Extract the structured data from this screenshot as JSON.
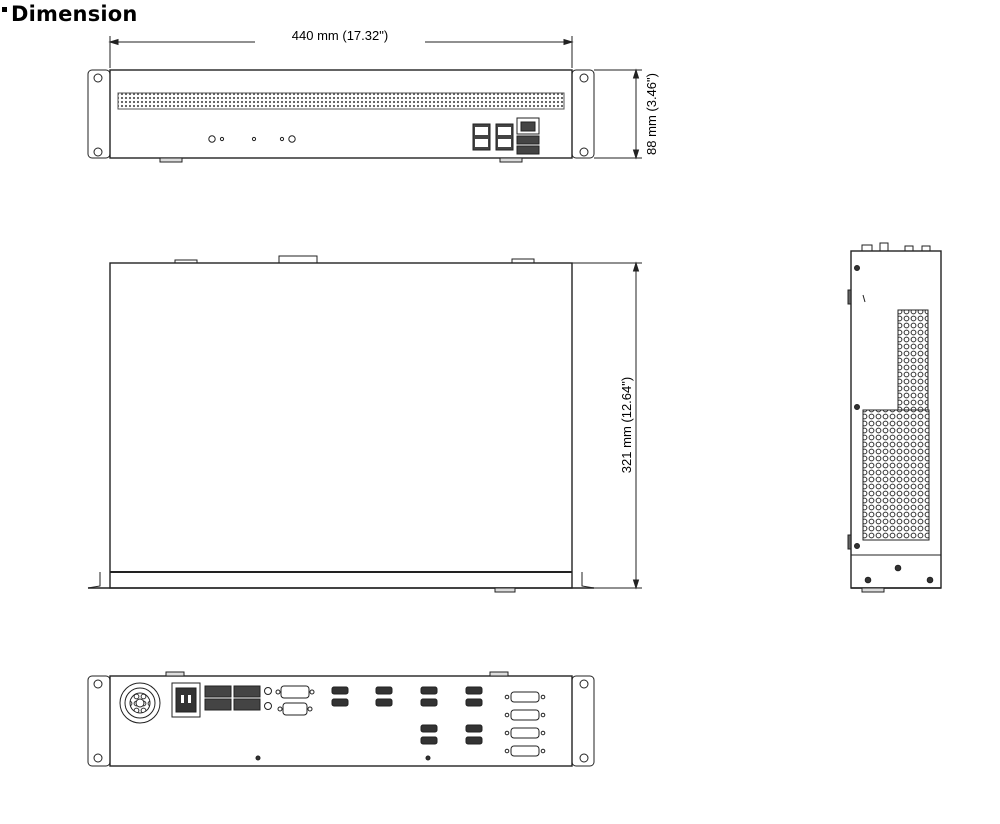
{
  "section_title": "Dimension",
  "dimensions": {
    "width": "440 mm (17.32\")",
    "height": "88 mm (3.46\")",
    "depth": "321 mm (12.64\")"
  },
  "views": [
    "front",
    "top",
    "side",
    "rear"
  ]
}
